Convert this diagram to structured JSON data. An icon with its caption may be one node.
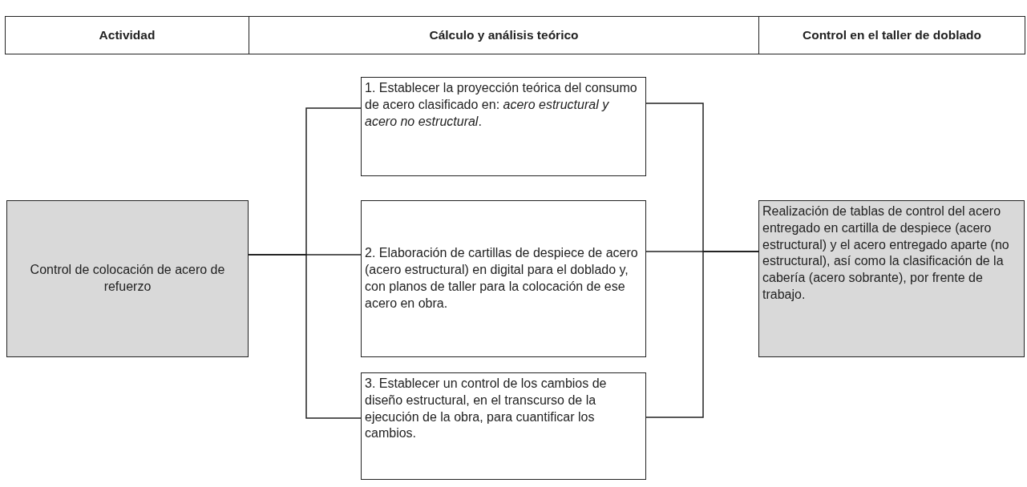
{
  "diagram": {
    "nodes": [
      {
        "text": [
          "Actividad"
        ]
      },
      {
        "text": [
          "Cálculo y análisis teórico"
        ]
      },
      {
        "text": [
          "Control en el taller de doblado"
        ]
      },
      {
        "text": [
          "Control de colocación de acero de refuerzo"
        ]
      },
      {
        "text": [
          "1. Establecer la proyección teórica del consumo de acero clasificado en: *acero estructural y acero no estructural*."
        ]
      },
      {
        "text": [
          "2. Elaboración de cartillas de despiece de acero (acero estructural) en digital para el doblado y, con planos de taller para la colocación de ese acero en obra."
        ]
      },
      {
        "text": [
          "3. Establecer un control de los cambios de diseño estructural, en el transcurso de la ejecución de la obra, para cuantificar los cambios."
        ]
      },
      {
        "text": [
          "Realización de tablas de control del acero entregado en cartilla de despiece (acero estructural) y el acero entregado aparte (no estructural), así como la clasificación de la cabería (acero sobrante), por frente de trabajo."
        ]
      }
    ],
    "edges": [
      {
        "from": 3,
        "to": 4,
        "arrow": "none"
      },
      {
        "from": 3,
        "to": 5,
        "arrow": "none"
      },
      {
        "from": 3,
        "to": 6,
        "arrow": "none"
      },
      {
        "from": 4,
        "to": 7,
        "arrow": "none"
      },
      {
        "from": 5,
        "to": 7,
        "arrow": "none"
      },
      {
        "from": 6,
        "to": 7,
        "arrow": "none"
      }
    ]
  }
}
